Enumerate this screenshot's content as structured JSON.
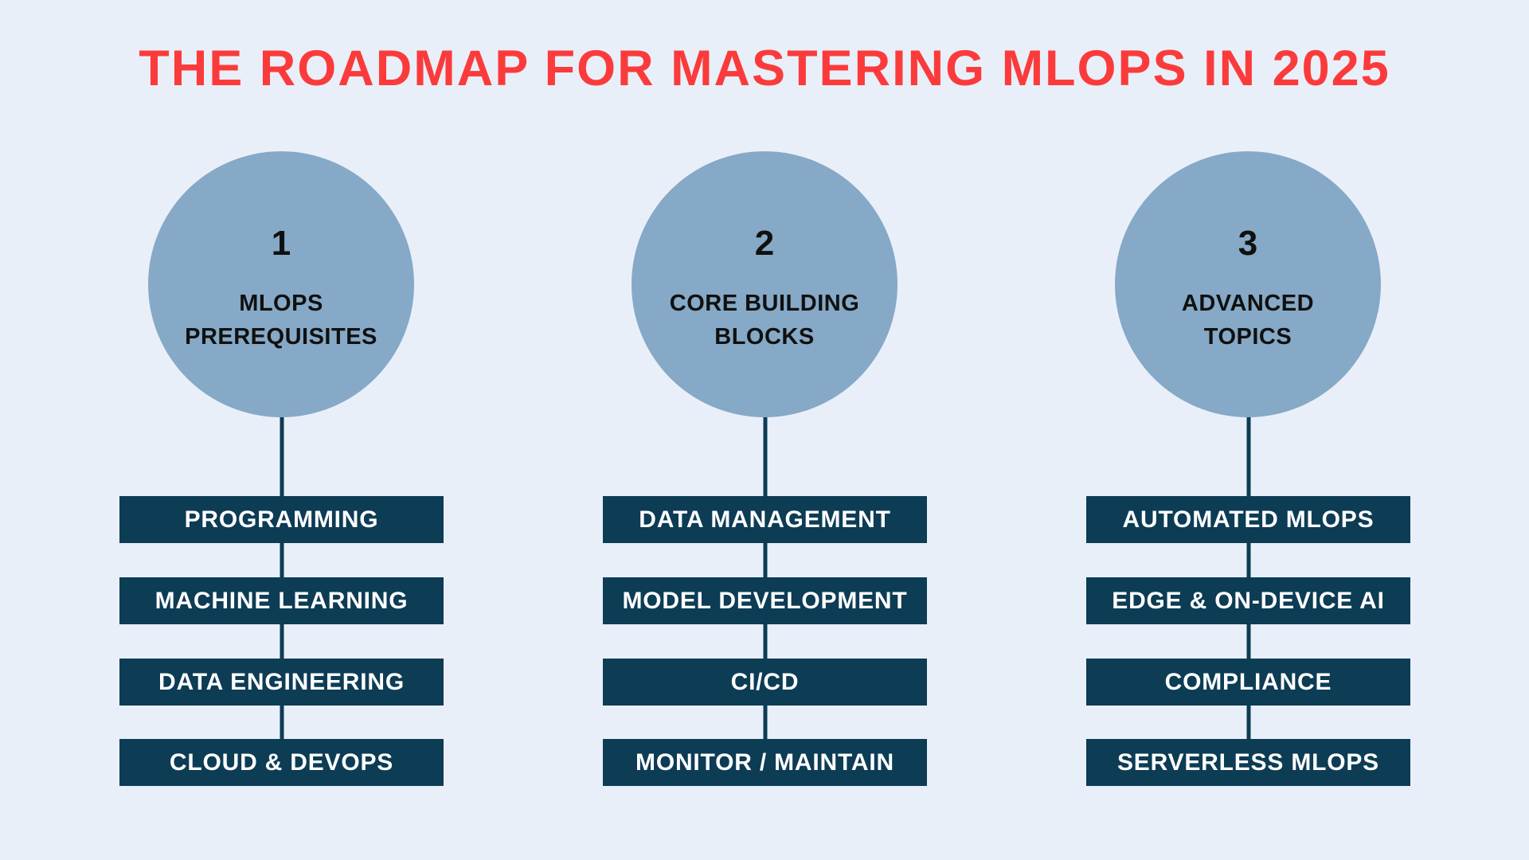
{
  "title": "THE ROADMAP FOR MASTERING MLOPS IN 2025",
  "colors": {
    "background": "#e9eff8",
    "title": "#fb3b3b",
    "circle_fill": "#85a9c6",
    "circle_text": "#101010",
    "box_fill": "#0d3c55",
    "box_text": "#ffffff",
    "connector": "#0d3c55"
  },
  "columns": [
    {
      "number": "1",
      "label": "MLOPS\nPREREQUISITES",
      "items": [
        "PROGRAMMING",
        "MACHINE LEARNING",
        "DATA ENGINEERING",
        "CLOUD & DEVOPS"
      ]
    },
    {
      "number": "2",
      "label": "CORE BUILDING\nBLOCKS",
      "items": [
        "DATA MANAGEMENT",
        "MODEL DEVELOPMENT",
        "CI/CD",
        "MONITOR / MAINTAIN"
      ]
    },
    {
      "number": "3",
      "label": "ADVANCED\nTOPICS",
      "items": [
        "AUTOMATED MLOPS",
        "EDGE & ON-DEVICE AI",
        "COMPLIANCE",
        "SERVERLESS MLOPS"
      ]
    }
  ]
}
